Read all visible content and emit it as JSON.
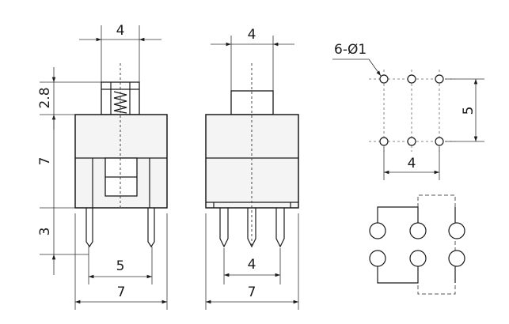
{
  "front_view": {
    "dim_top_width": "4",
    "dim_cap_height": "2.8",
    "dim_body_height": "7",
    "dim_pin_length": "3",
    "dim_pin_spacing": "5",
    "dim_body_width": "7"
  },
  "side_view": {
    "dim_top_width": "4",
    "dim_pin_spacing": "4",
    "dim_body_width": "7"
  },
  "pcb_footprint": {
    "hole_spec": "6-Ø1",
    "dim_row_spacing": "5",
    "dim_column_spacing": "4"
  }
}
